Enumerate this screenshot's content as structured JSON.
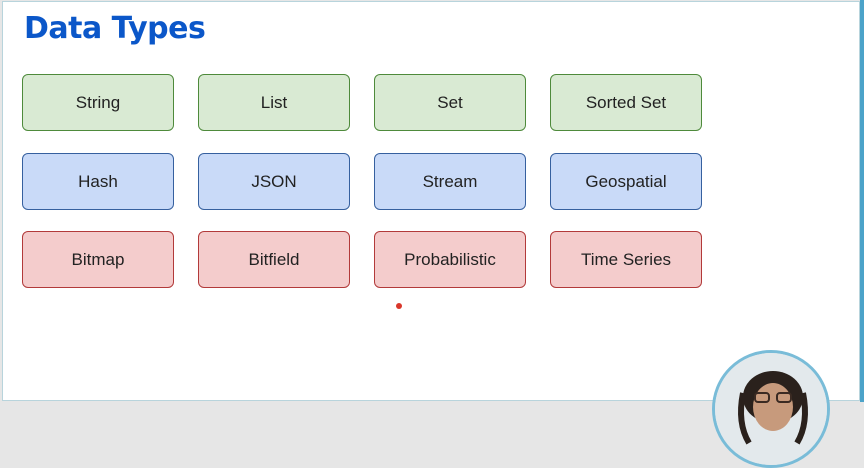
{
  "slide": {
    "title": "Data Types"
  },
  "data_types": [
    {
      "label": "String",
      "group": "green"
    },
    {
      "label": "List",
      "group": "green"
    },
    {
      "label": "Set",
      "group": "green"
    },
    {
      "label": "Sorted Set",
      "group": "green"
    },
    {
      "label": "Hash",
      "group": "blue"
    },
    {
      "label": "JSON",
      "group": "blue"
    },
    {
      "label": "Stream",
      "group": "blue"
    },
    {
      "label": "Geospatial",
      "group": "blue"
    },
    {
      "label": "Bitmap",
      "group": "red"
    },
    {
      "label": "Bitfield",
      "group": "red"
    },
    {
      "label": "Probabilistic",
      "group": "red"
    },
    {
      "label": "Time Series",
      "group": "red"
    }
  ],
  "colors": {
    "title": "#0b57c9",
    "green_fill": "#d9ead3",
    "blue_fill": "#c9daf8",
    "red_fill": "#f4cccc",
    "pointer": "#d9372b"
  }
}
